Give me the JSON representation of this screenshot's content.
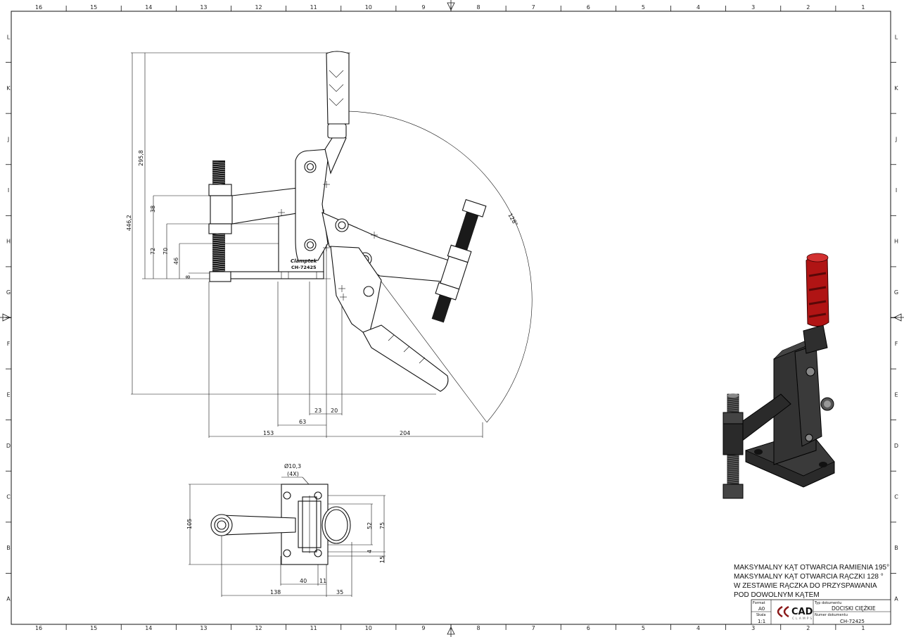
{
  "frame": {
    "columns": [
      "16",
      "15",
      "14",
      "13",
      "12",
      "11",
      "10",
      "9",
      "8",
      "7",
      "6",
      "5",
      "4",
      "3",
      "2",
      "1"
    ],
    "rows": [
      "L",
      "K",
      "J",
      "I",
      "H",
      "G",
      "F",
      "E",
      "D",
      "C",
      "B",
      "A"
    ]
  },
  "side_view": {
    "dims": {
      "d295_8": "295,8",
      "d446_2": "446,2",
      "d38": "38",
      "d72": "72",
      "d70": "70",
      "d46": "46",
      "d8": "8",
      "d23": "23",
      "d20": "20",
      "d63": "63",
      "d153": "153",
      "d204": "204",
      "angle": "128°"
    },
    "marking_brand": "Clamptek",
    "marking_code": "CH-72425"
  },
  "top_view": {
    "dims": {
      "hole": "Ø10,3",
      "hole_count": "(4X)",
      "d105": "105",
      "d52": "52",
      "d75": "75",
      "d4": "4",
      "d15": "15",
      "d40": "40",
      "d11": "11",
      "d138": "138",
      "d35": "35"
    }
  },
  "notes": [
    "MAKSYMALNY KĄT OTWARCIA RAMIENIA 195°",
    "MAKSYMALNY KĄT OTWARCIA RĄCZKI 128 °",
    "W ZESTAWIE RĄCZKA DO PRZYSPAWANIA",
    "POD DOWOLNYM KĄTEM"
  ],
  "title_block": {
    "format_label": "Format",
    "format_value": "A0",
    "scale_label": "Skala",
    "scale_value": "1:1",
    "logo_text": "CAD",
    "logo_sub": "CLAMPS",
    "doc_type_label": "Typ dokumentu",
    "doc_type_value": "DOCISKI CIĘŻKIE",
    "doc_number_label": "Numer dokumentu",
    "doc_number_value": "CH-72425"
  },
  "colors": {
    "handle_red": "#b01414",
    "body_black": "#2a2a2a",
    "logo_red": "#8b1a1a"
  }
}
